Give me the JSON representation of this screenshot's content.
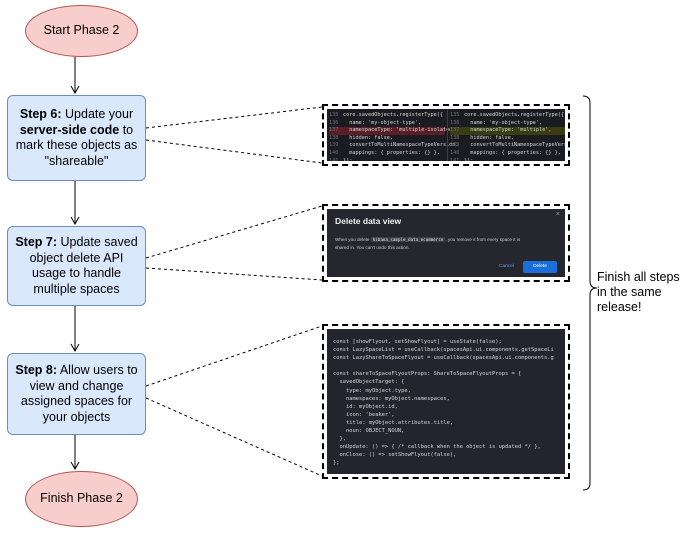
{
  "nodes": {
    "start": "Start Phase 2",
    "step6": {
      "bold1": "Step 6:",
      "t1": " Update your ",
      "bold2": "server-side code",
      "t2": " to mark these objects as \"shareable\""
    },
    "step7": {
      "bold": "Step 7:",
      "text": " Update saved object delete API usage to handle multiple spaces"
    },
    "step8": {
      "bold": "Step 8:",
      "text": " Allow users to view and change assigned spaces for your objects"
    },
    "finish": "Finish Phase 2"
  },
  "brace_note": "Finish all steps in the same release!",
  "shot1": {
    "left_lines": [
      {
        "n": "135",
        "t": "core.savedObjects.registerType({",
        "cls": ""
      },
      {
        "n": "136",
        "t": "  name: 'my-object-type',",
        "cls": ""
      },
      {
        "n": "137",
        "t": "  namespaceType: 'multiple-isolated',",
        "cls": "del"
      },
      {
        "n": "138",
        "t": "  hidden: false,",
        "cls": ""
      },
      {
        "n": "139",
        "t": "  convertToMultiNamespaceTypeVersion:",
        "cls": ""
      },
      {
        "n": "140",
        "t": "  mappings: { properties: {} },",
        "cls": ""
      },
      {
        "n": "141",
        "t": "});",
        "cls": ""
      },
      {
        "n": "142",
        "t": "}",
        "cls": ""
      }
    ],
    "right_lines": [
      {
        "n": "135",
        "t": "core.savedObjects.registerType({",
        "cls": ""
      },
      {
        "n": "136",
        "t": "  name: 'my-object-type',",
        "cls": ""
      },
      {
        "n": "137",
        "t": "  namespaceType: 'multiple',",
        "cls": "add"
      },
      {
        "n": "138",
        "t": "  hidden: false,",
        "cls": ""
      },
      {
        "n": "139",
        "t": "  convertToMultiNamespaceTypeVersion:",
        "cls": ""
      },
      {
        "n": "140",
        "t": "  mappings: { properties: {} },",
        "cls": ""
      },
      {
        "n": "141",
        "t": "});",
        "cls": ""
      },
      {
        "n": "142",
        "t": "}",
        "cls": ""
      }
    ]
  },
  "shot2": {
    "title": "Delete data view",
    "close": "×",
    "body1": "When you delete",
    "tag": "kibana_sample_data_ecommerce",
    "body2": ", you remove it from every space it is",
    "body3": "shared in. You can't undo this action.",
    "cancel": "Cancel",
    "delete": "Delete"
  },
  "shot3": {
    "lines": [
      "const [showFlyout, setShowFlyout] = useState(false);",
      "const LazySpaceList = useCallback(spacesApi.ui.components.getSpaceLi",
      "const LazyShareToSpaceFlyout = useCallback(spacesApi.ui.components.g",
      "",
      "const shareToSpaceFlyoutProps: ShareToSpaceFlyoutProps = {",
      "  savedObjectTarget: {",
      "    type: myObject.type,",
      "    namespaces: myObject.namespaces,",
      "    id: myObject.id,",
      "    icon: 'beaker',",
      "    title: myObject.attributes.title,",
      "    noun: OBJECT_NOUN,",
      "  },",
      "  onUpdate: () => { /* callback when the object is updated */ },",
      "  onClose: () => setShowFlyout(false),",
      "};"
    ]
  }
}
